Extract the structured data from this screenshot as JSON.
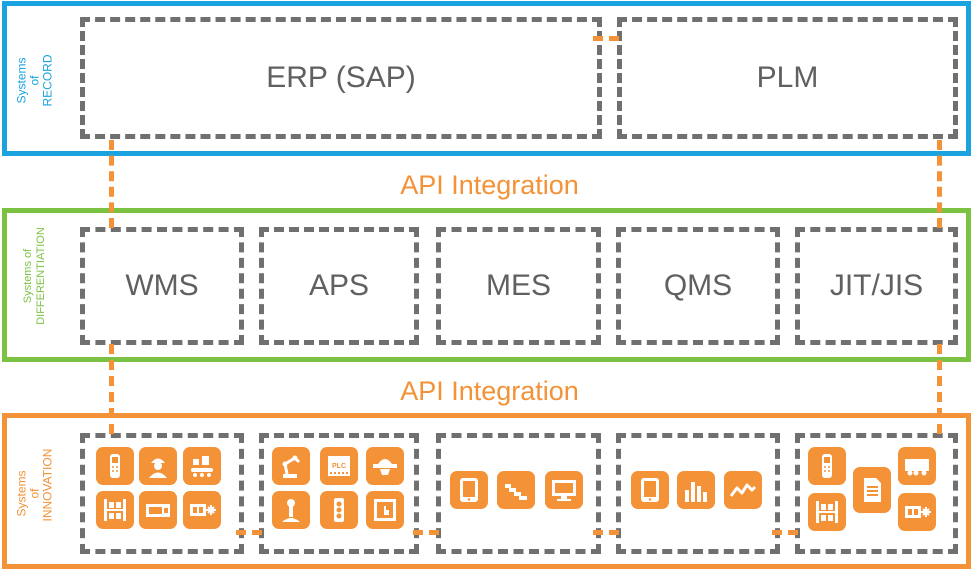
{
  "layers": {
    "record": {
      "label_line1": "Systems of",
      "label_line2": "RECORD",
      "color": "#1ba3e0"
    },
    "differentiation": {
      "label_line1": "Systems of",
      "label_line2": "DIFFERENTIATION",
      "color": "#7cc242"
    },
    "innovation": {
      "label_line1": "Systems of",
      "label_line2": "INNOVATION",
      "color": "#f39237"
    }
  },
  "record_systems": [
    "ERP (SAP)",
    "PLM"
  ],
  "differentiation_systems": [
    "WMS",
    "APS",
    "MES",
    "QMS",
    "JIT/JIS"
  ],
  "api_labels": [
    "API Integration",
    "API Integration"
  ],
  "innovation_groups": [
    {
      "icons": [
        "handheld-scanner-icon",
        "worker-icon",
        "conveyor-icon",
        "shelving-icon",
        "scale-display-icon",
        "control-panel-icon"
      ]
    },
    {
      "icons": [
        "robot-arm-icon",
        "plc-icon",
        "dome-camera-icon",
        "joystick-icon",
        "traffic-light-icon",
        "touchscreen-icon"
      ]
    },
    {
      "icons": [
        "tablet-icon",
        "stairs-icon",
        "monitor-icon"
      ]
    },
    {
      "icons": [
        "tablet-icon",
        "bar-chart-icon",
        "line-chart-icon"
      ]
    },
    {
      "icons": [
        "handheld-scanner-icon",
        "document-icon",
        "truck-icon",
        "shelving-icon",
        "control-panel-icon"
      ]
    }
  ],
  "plc_text": "PLC",
  "colors": {
    "accent": "#f39237",
    "dash": "#707070",
    "text": "#606060"
  }
}
